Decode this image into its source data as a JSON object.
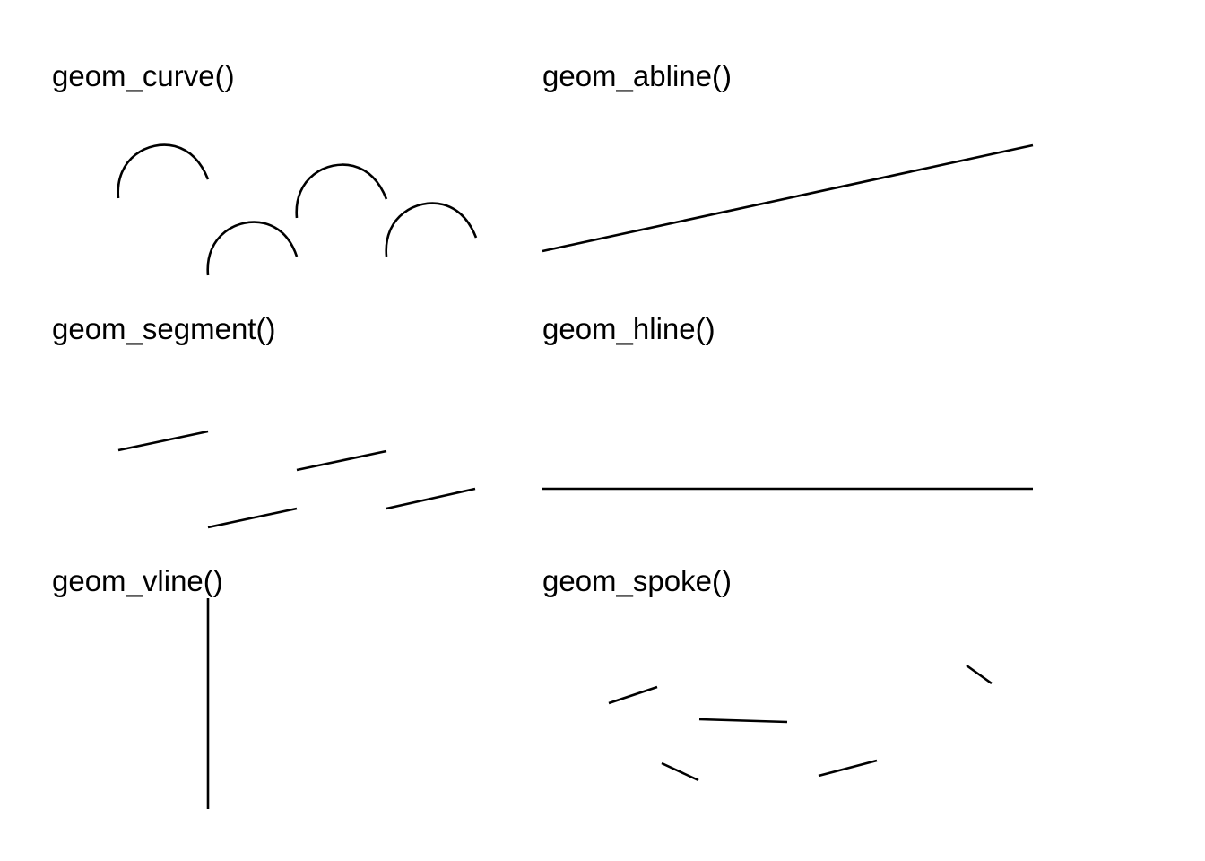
{
  "panels": {
    "curve": {
      "title": "geom_curve()"
    },
    "abline": {
      "title": "geom_abline()"
    },
    "segment": {
      "title": "geom_segment()"
    },
    "hline": {
      "title": "geom_hline()"
    },
    "vline": {
      "title": "geom_vline()"
    },
    "spoke": {
      "title": "geom_spoke()"
    }
  },
  "colors": {
    "stroke": "#000000",
    "background": "#ffffff"
  }
}
